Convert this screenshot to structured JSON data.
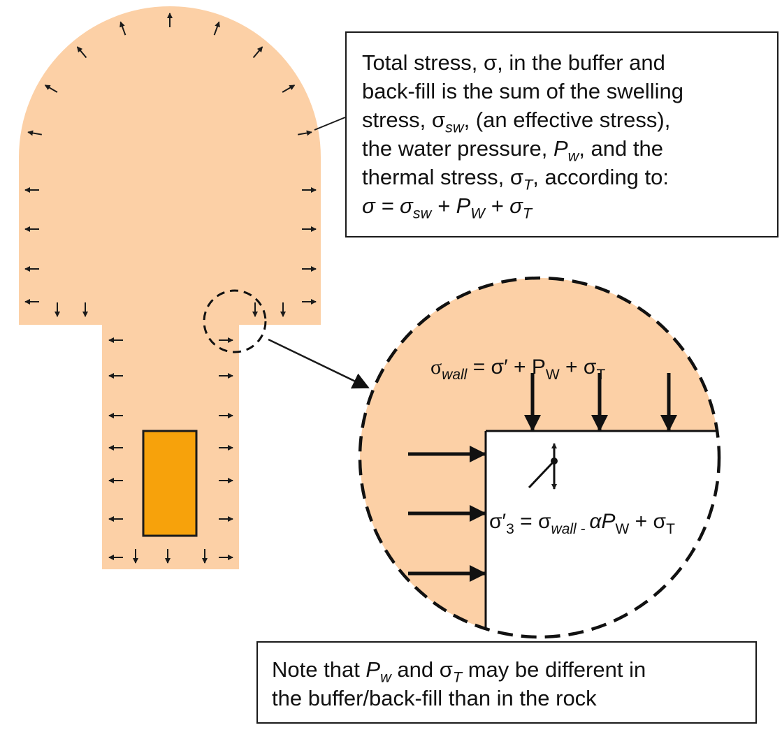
{
  "info_box": {
    "line1": "Total stress, σ, in the buffer and",
    "line2": "back-fill is the sum of the swelling",
    "line3_pre": "stress, σ",
    "line3_sub": "sw",
    "line3_post": ", (an effective stress),",
    "line4_pre": "the water pressure, ",
    "line4_p": "P",
    "line4_sub": "w",
    "line4_post": ", and the",
    "line5_pre": "thermal stress,  σ",
    "line5_sub": "T",
    "line5_post": ", according to:",
    "formula": {
      "sigma": "σ",
      "eq": " = ",
      "s1": "σ",
      "s1_sub": "sw",
      "plus1": " + ",
      "p": "P",
      "p_sub": "W",
      "plus2": " + ",
      "s2": "σ",
      "s2_sub": "T"
    }
  },
  "detail": {
    "wall_eq": {
      "sigma": "σ",
      "sigma_sub": "wall",
      "rest1": " = σ′ + P",
      "p_sub": "W",
      "plus": " + σ",
      "t_sub": "T"
    },
    "sigma3_eq": {
      "sigma": "σ′",
      "sigma_sub": "3",
      "eq": " = σ",
      "wall_sub": "wall - ",
      "alpha": "αP",
      "p_sub": "W",
      "plus": " + σ",
      "t_sub": "T"
    }
  },
  "note_box": {
    "line1_pre": "Note that ",
    "p": "P",
    "p_sub": "w",
    "mid": " and σ",
    "t_sub": "T",
    "line1_post": " may be different in",
    "line2": "the buffer/back-fill than in the rock"
  },
  "colors": {
    "buffer_fill": "#fcd0a6",
    "canister_fill": "#f7a20b",
    "outline": "#1a1a1a"
  },
  "icons": {
    "pressure_arrows": "arrow-icon",
    "callout_circle": "dashed-circle-icon"
  }
}
